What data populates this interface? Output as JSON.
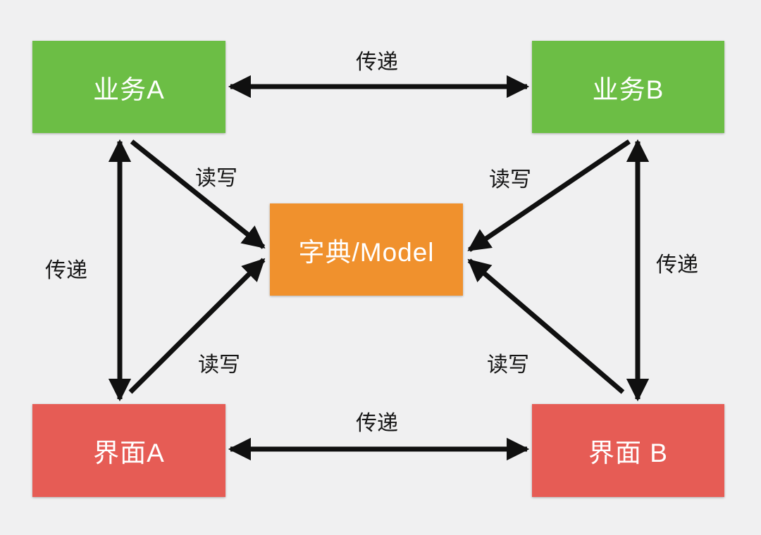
{
  "diagram": {
    "type": "architecture-diagram",
    "background_color": "#F0F0F1",
    "arrow_color": "#101010",
    "nodes": [
      {
        "id": "biz-a",
        "label": "业务A",
        "color": "#6CBE45",
        "text_color": "#FFFFFF",
        "role": "business-module-a"
      },
      {
        "id": "biz-b",
        "label": "业务B",
        "color": "#6CBE45",
        "text_color": "#FFFFFF",
        "role": "business-module-b"
      },
      {
        "id": "model",
        "label": "字典/Model",
        "color": "#F0912D",
        "text_color": "#FFFFFF",
        "role": "shared-dictionary-model"
      },
      {
        "id": "ui-a",
        "label": "界面A",
        "color": "#E65C55",
        "text_color": "#FFFFFF",
        "role": "interface-a"
      },
      {
        "id": "ui-b",
        "label": "界面 B",
        "color": "#E65C55",
        "text_color": "#FFFFFF",
        "role": "interface-b"
      }
    ],
    "edges": [
      {
        "from": "业务A",
        "to": "业务B",
        "label": "传递",
        "direction": "bidirectional"
      },
      {
        "from": "业务A",
        "to": "界面A",
        "label": "传递",
        "direction": "bidirectional"
      },
      {
        "from": "业务B",
        "to": "界面 B",
        "label": "传递",
        "direction": "bidirectional"
      },
      {
        "from": "界面A",
        "to": "界面 B",
        "label": "传递",
        "direction": "bidirectional"
      },
      {
        "from": "业务A",
        "to": "字典/Model",
        "label": "读写",
        "direction": "to-model"
      },
      {
        "from": "业务B",
        "to": "字典/Model",
        "label": "读写",
        "direction": "to-model"
      },
      {
        "from": "界面A",
        "to": "字典/Model",
        "label": "读写",
        "direction": "to-model"
      },
      {
        "from": "界面 B",
        "to": "字典/Model",
        "label": "读写",
        "direction": "to-model"
      }
    ]
  }
}
